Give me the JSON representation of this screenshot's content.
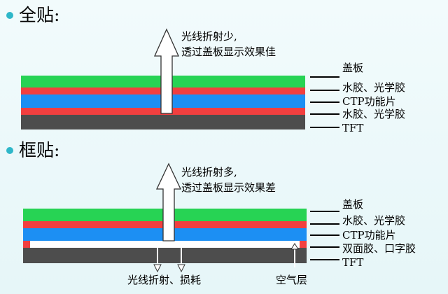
{
  "sections": [
    {
      "title": "全贴:",
      "note_lines": [
        "光线折射少,",
        "透过盖板显示效果佳"
      ],
      "labels": [
        "盖板",
        "水胶、光学胶",
        "CTP功能片",
        "水胶、光学胶",
        "TFT"
      ]
    },
    {
      "title": "框贴:",
      "note_lines": [
        "光线折射多,",
        "透过盖板显示效果差"
      ],
      "labels": [
        "盖板",
        "水胶、光学胶",
        "CTP功能片",
        "双面胶、口字胶",
        "TFT"
      ],
      "bottom_note": "光线折射、损耗",
      "air_layer_label": "空气层"
    }
  ],
  "colors": {
    "cover": "#27d354",
    "glue": "#f23f3f",
    "ctp": "#1c8ff3",
    "tft": "#4d4d4d",
    "air": "#ffffff",
    "bullet": "#2fb7c9"
  }
}
